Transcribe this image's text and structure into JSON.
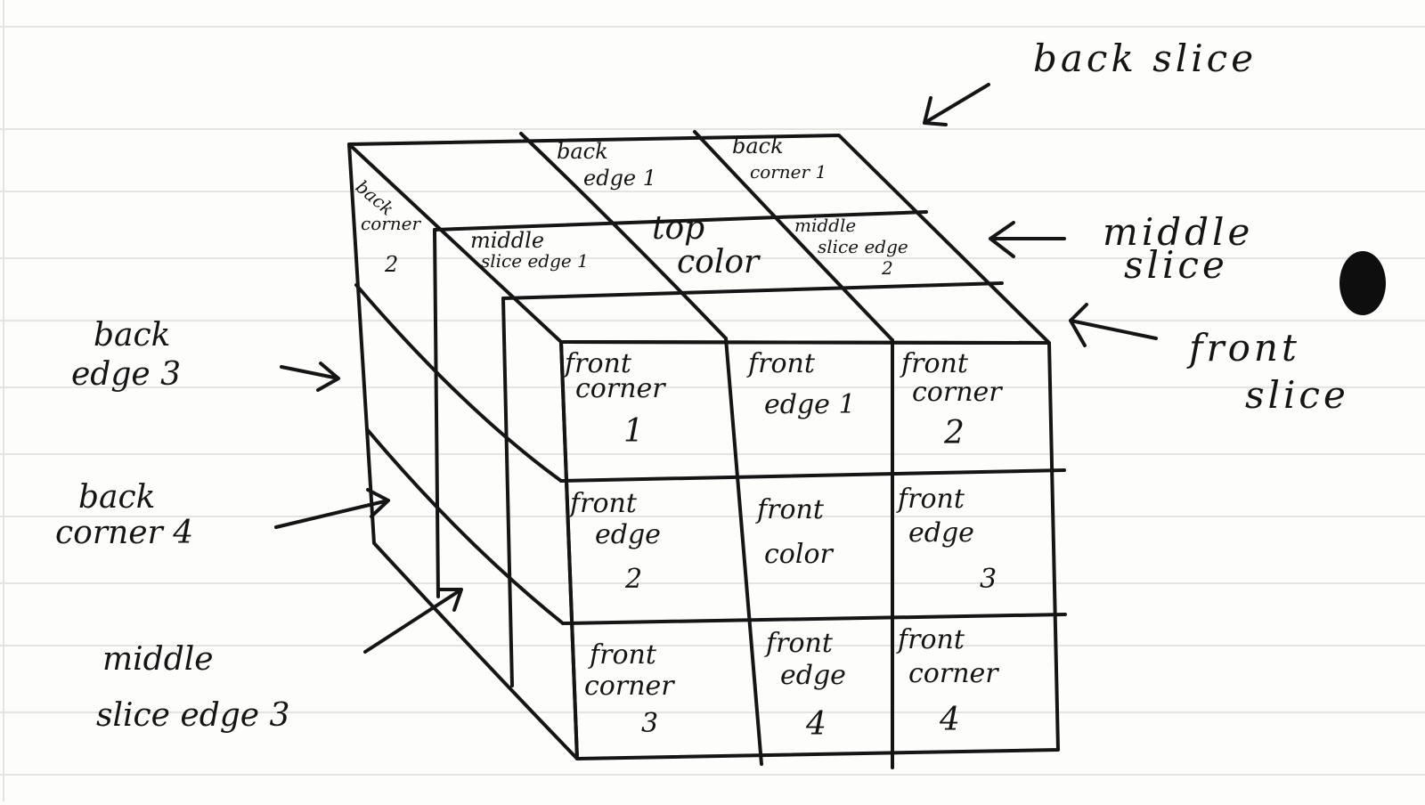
{
  "callouts": {
    "back_slice": "back slice",
    "middle_slice": [
      "middle",
      "slice"
    ],
    "front_slice": [
      "front",
      "slice"
    ],
    "back_edge_3": [
      "back",
      "edge 3"
    ],
    "back_corner_4": [
      "back",
      "corner 4"
    ],
    "middle_slice_edge_3": [
      "middle",
      "slice edge 3"
    ]
  },
  "top_face": {
    "back_corner_2": [
      "back",
      "corner",
      "2"
    ],
    "back_edge_1": [
      "back",
      "edge 1"
    ],
    "back_corner_1": [
      "back",
      "corner 1"
    ],
    "middle_slice_edge_1": [
      "middle",
      "slice edge 1"
    ],
    "top_color": [
      "top",
      "color"
    ],
    "middle_slice_edge_2": [
      "middle",
      "slice edge",
      "2"
    ]
  },
  "front_face": {
    "cells": [
      [
        [
          "front",
          "corner",
          "1"
        ],
        [
          "front",
          "edge 1"
        ],
        [
          "front",
          "corner",
          "2"
        ]
      ],
      [
        [
          "front",
          "edge",
          "2"
        ],
        [
          "front",
          "color"
        ],
        [
          "front",
          "edge",
          "3"
        ]
      ],
      [
        [
          "front",
          "corner",
          "3"
        ],
        [
          "front",
          "edge",
          "4"
        ],
        [
          "front",
          "corner",
          "4"
        ]
      ]
    ]
  },
  "colors": {
    "ink": "#151515",
    "paper": "#fdfdfc",
    "rule": "#e4e4e2"
  }
}
